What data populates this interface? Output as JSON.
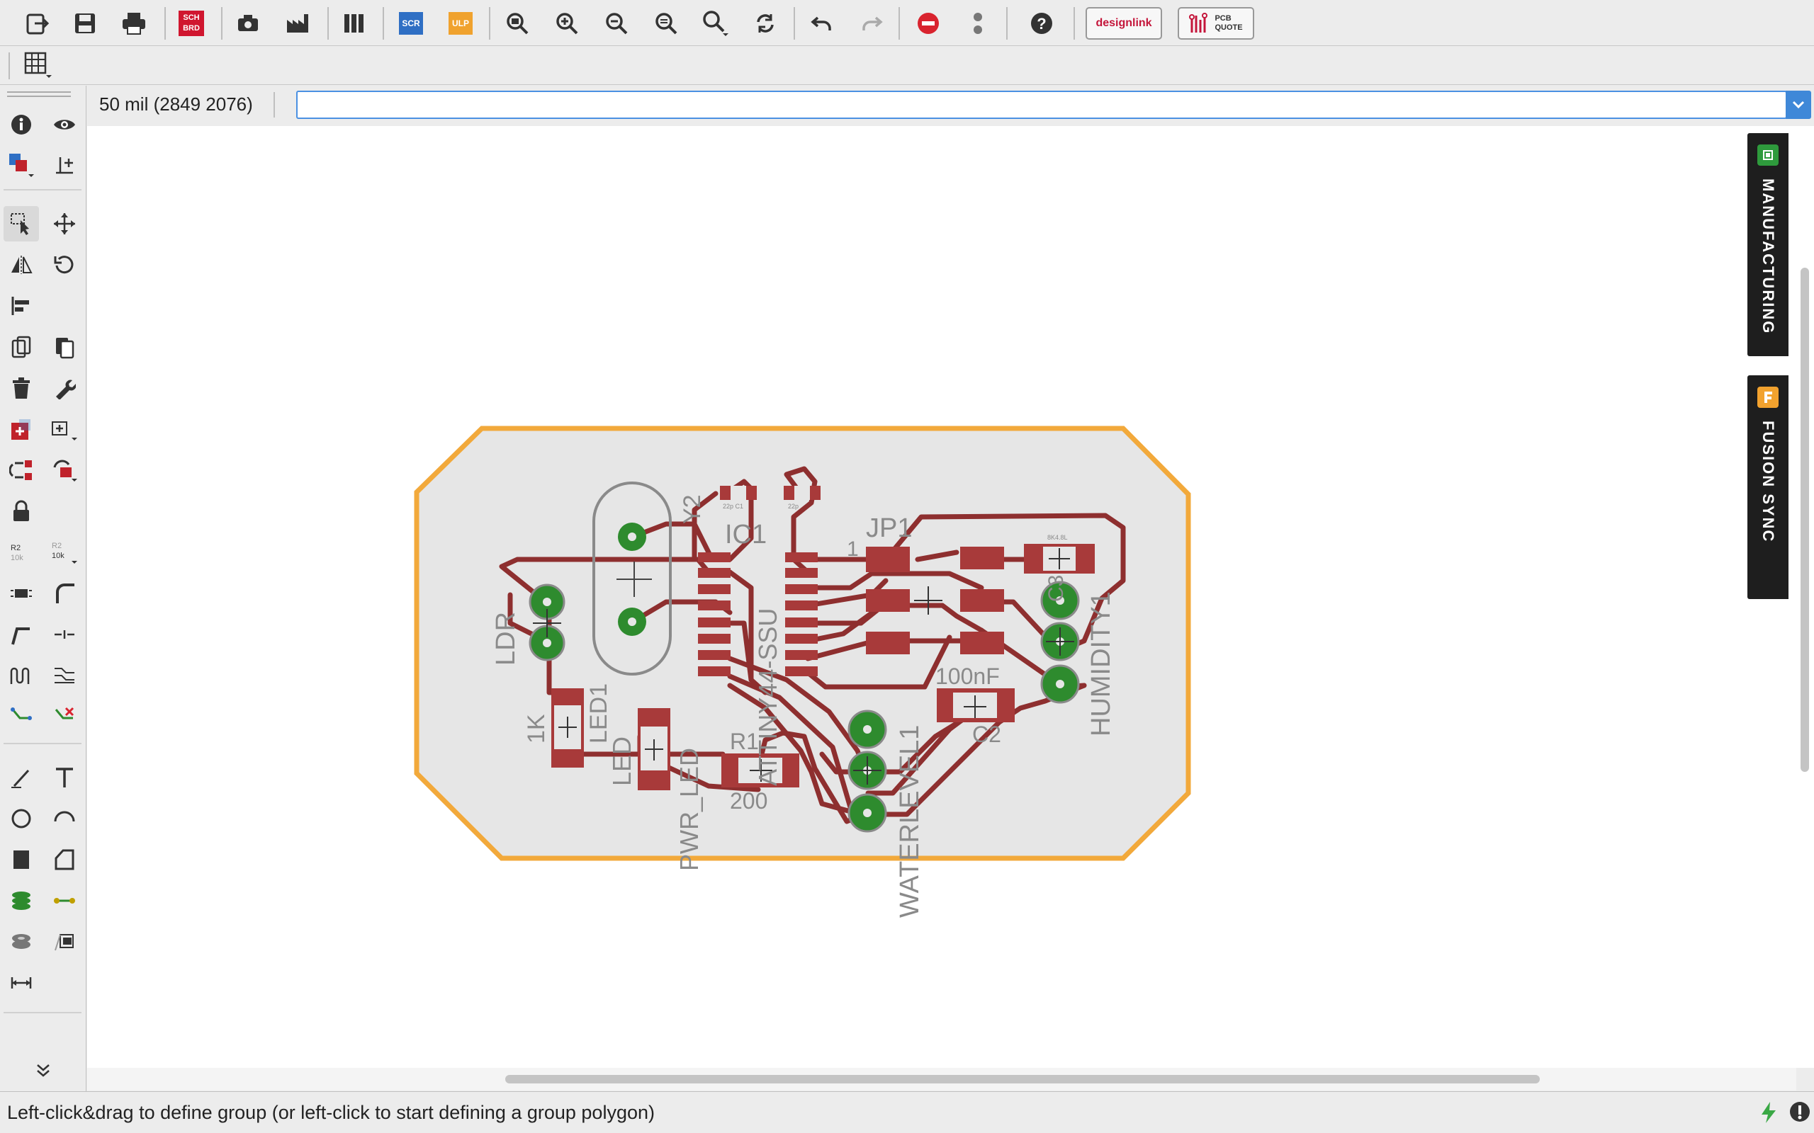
{
  "toolbar": {
    "sch_brd_label": "SCH BRD",
    "scr_label": "SCR",
    "ulp_label": "ULP",
    "designlink_label": "designlink",
    "pcb_quote_line1": "PCB",
    "pcb_quote_line2": "QUOTE"
  },
  "command_bar": {
    "coordinates": "50 mil (2849 2076)",
    "command_value": ""
  },
  "side_panels": {
    "manufacturing": "MANUFACTURING",
    "fusion_sync": "FUSION SYNC"
  },
  "status": {
    "message": "Left-click&drag to define group (or left-click to start defining a group polygon)"
  },
  "board": {
    "labels": {
      "ic1": "IC1",
      "jp1": "JP1",
      "jp1_pin": "1",
      "ldr": "LDR",
      "r_1k": "1K",
      "led1": "LED1",
      "led_name": "LED",
      "pwr_led": "PWR_LED",
      "r1": "R1",
      "r1_value": "200",
      "attiny": "ATTINY44-SSU",
      "c2": "C2",
      "c2_value": "100nF",
      "waterlevel": "WATERLEVEL1",
      "humidity": "HUMIDITY1",
      "crystal": "Y2",
      "cap_small_1": "22p C1",
      "cap_small_2": "22p",
      "hum_pad_label": "8K4.8L",
      "dot_label": "C3"
    }
  },
  "colors": {
    "board_outline": "#f2a93b",
    "board_fill": "#e6e6e6",
    "copper": "#a83a3a",
    "copper_trace": "#8e2f2f",
    "pad_green": "#2e8b2e",
    "silk": "#8a8a8a"
  }
}
